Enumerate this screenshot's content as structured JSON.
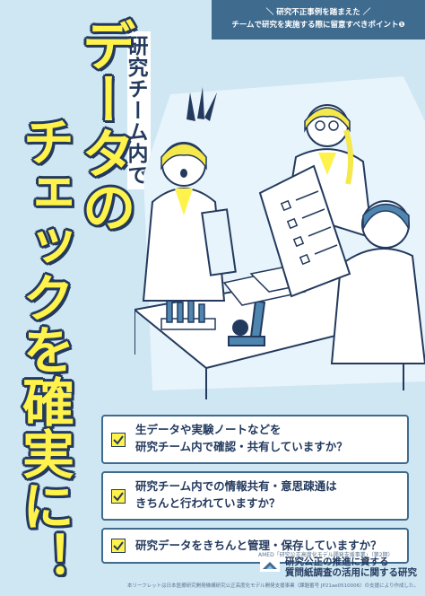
{
  "banner": {
    "line1": "＼ 研究不正事例を踏まえた ／",
    "line2": "チームで研究を実施する際に留意すべきポイント❶"
  },
  "subtitle": "研究チーム内で",
  "title": {
    "col1": "データの",
    "col2": "チェックを確実に！"
  },
  "questions": [
    {
      "line1": "生データや実験ノートなどを",
      "line2": "研究チーム内で確認・共有していますか？"
    },
    {
      "line1": "研究チーム内での情報共有・意思疎通は",
      "line2": "きちんと行われていますか？"
    },
    {
      "line1": "研究データをきちんと管理・保存していますか？",
      "line2": ""
    }
  ],
  "footer": {
    "program_note": "AMED「研究公正高度化モデル開発支援事業」（第2期）",
    "title_line1": "研究公正の推進に資する",
    "title_line2": "質問紙調査の活用に関する研究",
    "logo_text": "AMED",
    "bottom_note": "本リーフレットは日本医療研究開発機構研究公正高度化モデル開発支援事業（課題番号 JP21ae0510006）の支援により作成した。"
  },
  "colors": {
    "background": "#cfe6f3",
    "navy": "#233a5e",
    "yellow": "#fff24a",
    "banner": "#3f6b8f"
  }
}
